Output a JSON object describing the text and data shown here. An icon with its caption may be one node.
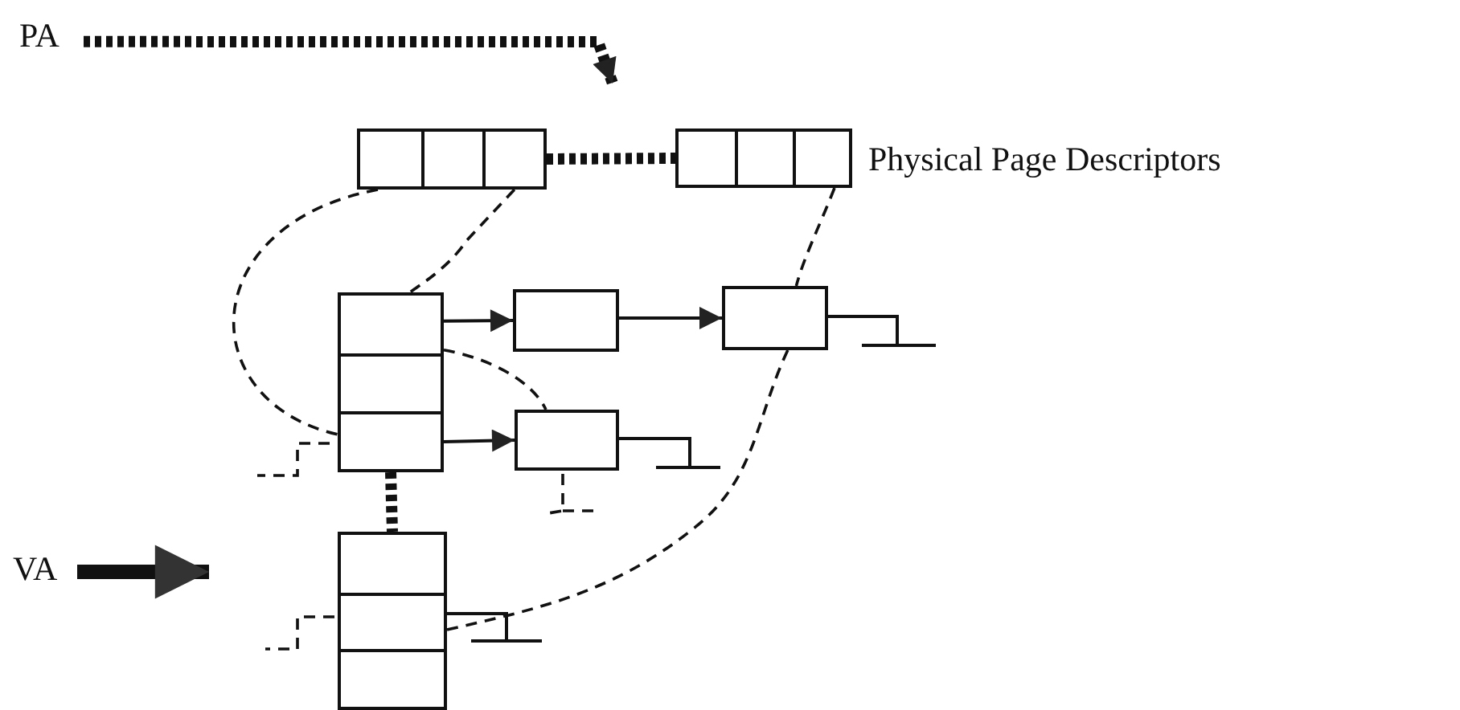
{
  "diagram": {
    "nodes": [
      {
        "text": [
          "PA"
        ]
      },
      {
        "text": [],
        "shape": "box"
      },
      {
        "text": [],
        "shape": "box",
        "beside": [
          "Physical Page Descriptors"
        ]
      },
      {
        "text": [],
        "shape": "box"
      },
      {
        "text": [],
        "shape": "box"
      },
      {
        "text": [],
        "shape": "box"
      },
      {
        "text": [],
        "shape": "box"
      },
      {
        "text": [
          "VA"
        ]
      },
      {
        "text": [],
        "shape": "box"
      }
    ],
    "edges": [
      {
        "from": 0,
        "to": null,
        "arrow": "to",
        "style": "dashed"
      },
      {
        "from": 1,
        "to": 2,
        "arrow": "none",
        "style": "dashed"
      },
      {
        "from": 7,
        "to": null,
        "arrow": "to",
        "style": "thick"
      },
      {
        "from": 3,
        "to": 4,
        "arrow": "to"
      },
      {
        "from": 4,
        "to": 5,
        "arrow": "to"
      },
      {
        "from": 3,
        "to": 6,
        "arrow": "to"
      },
      {
        "from": 3,
        "to": 8,
        "arrow": "none",
        "style": "dashed"
      },
      {
        "from": 1,
        "to": 3,
        "arrow": "none",
        "style": "dashed"
      },
      {
        "from": 1,
        "to": 3,
        "arrow": "none",
        "style": "dashed"
      },
      {
        "from": 3,
        "to": 6,
        "arrow": "none",
        "style": "dashed"
      },
      {
        "from": 2,
        "to": 5,
        "arrow": "none",
        "style": "dashed"
      },
      {
        "from": 5,
        "to": 8,
        "arrow": "none",
        "style": "dashed"
      }
    ]
  }
}
